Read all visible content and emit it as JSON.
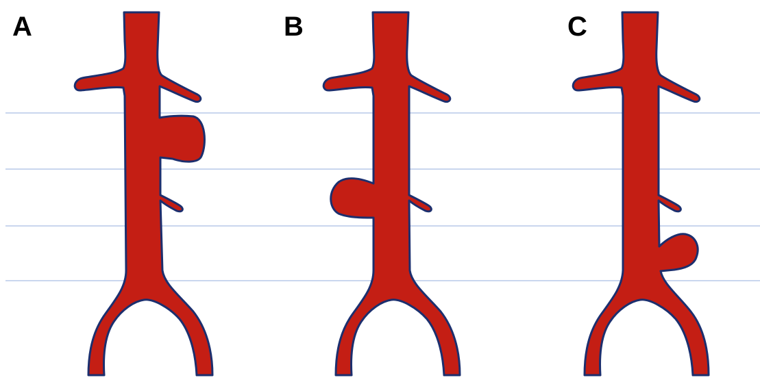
{
  "colors": {
    "vessel_fill": "#c41e14",
    "vessel_outline": "#1c2f6e",
    "guide_line": "#c9d6ee",
    "background": "#ffffff"
  },
  "panels": [
    {
      "label": "A",
      "aneurysm": "upper-right"
    },
    {
      "label": "B",
      "aneurysm": "middle-left"
    },
    {
      "label": "C",
      "aneurysm": "lower-right"
    }
  ]
}
